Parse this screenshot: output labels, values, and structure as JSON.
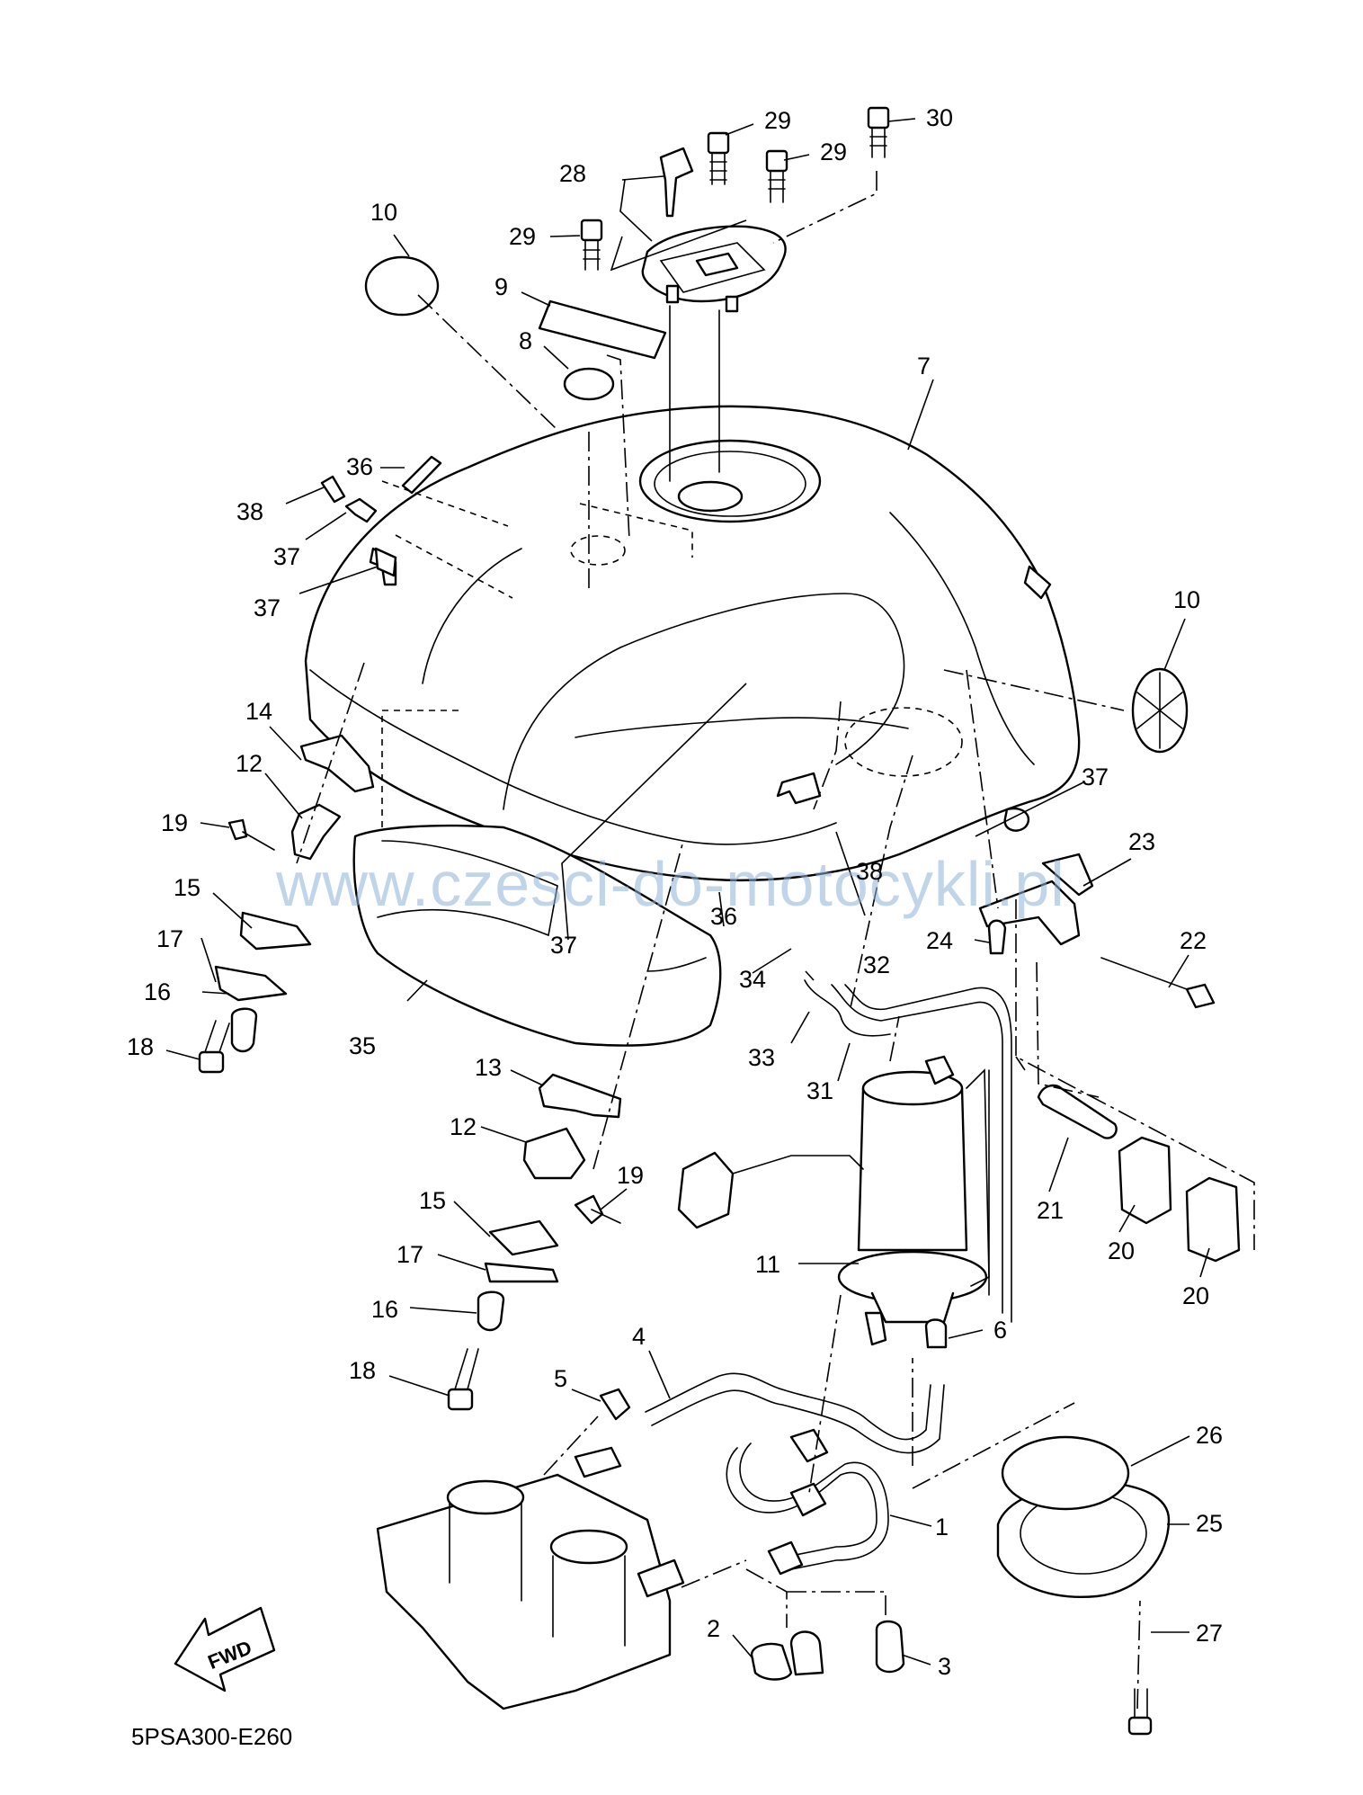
{
  "diagram": {
    "code": "5PSA300-E260",
    "fwd_label": "FWD",
    "watermark": "www.czesci-do-motocykli.pl",
    "callouts": [
      "1",
      "2",
      "3",
      "4",
      "5",
      "6",
      "7",
      "8",
      "9",
      "10",
      "10",
      "11",
      "12",
      "12",
      "13",
      "14",
      "15",
      "15",
      "16",
      "16",
      "17",
      "17",
      "18",
      "18",
      "19",
      "19",
      "20",
      "20",
      "21",
      "22",
      "23",
      "24",
      "25",
      "26",
      "27",
      "28",
      "29",
      "29",
      "29",
      "30",
      "31",
      "32",
      "33",
      "34",
      "35",
      "36",
      "36",
      "37",
      "37",
      "37",
      "37",
      "38",
      "38"
    ]
  }
}
